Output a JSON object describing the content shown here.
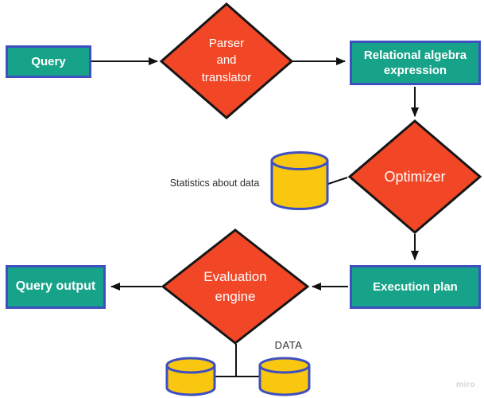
{
  "colors": {
    "background": "#ffffff",
    "box_fill": "#17a389",
    "box_border": "#3e4fc1",
    "diamond_fill": "#f24726",
    "diamond_border": "#161616",
    "cylinder_fill": "#fac710",
    "cylinder_border": "#3e4fc1",
    "connector": "#111111",
    "node_text": "#ffffff",
    "annotation_text": "#2e2e2e",
    "watermark_text": "#d2d6da"
  },
  "nodes": {
    "query": "Query",
    "parser": "Parser\nand\ntranslator",
    "relational_algebra": "Relational algebra\nexpression",
    "optimizer": "Optimizer",
    "execution_plan": "Execution plan",
    "evaluation_engine": "Evaluation\nengine",
    "query_output": "Query output"
  },
  "annotations": {
    "statistics": "Statistics about data",
    "data": "DATA",
    "watermark": "miro"
  }
}
